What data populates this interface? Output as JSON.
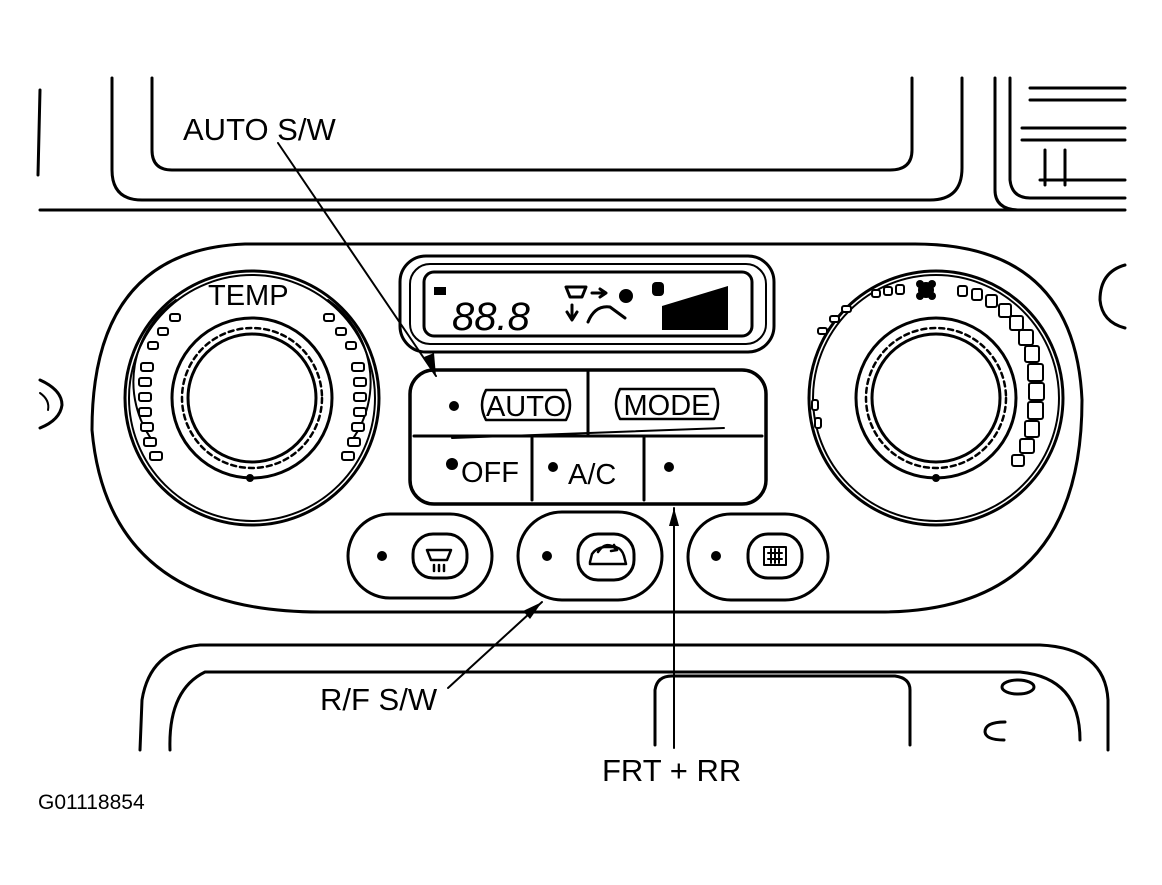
{
  "callouts": {
    "auto_sw": "AUTO S/W",
    "rf_sw": "R/F S/W",
    "frt_rr": "FRT + RR"
  },
  "panel": {
    "temp_label": "TEMP",
    "display_temp": "88.8",
    "auto_button": "AUTO",
    "mode_button": "MODE",
    "off_button": "OFF",
    "ac_button": "A/C"
  },
  "figure_id": "G01118854",
  "icons": {
    "front_defrost": "front-defrost-icon",
    "recirculation": "recirculation-icon",
    "rear_defrost": "rear-defrost-icon",
    "fan_speed": "fan-icon"
  }
}
